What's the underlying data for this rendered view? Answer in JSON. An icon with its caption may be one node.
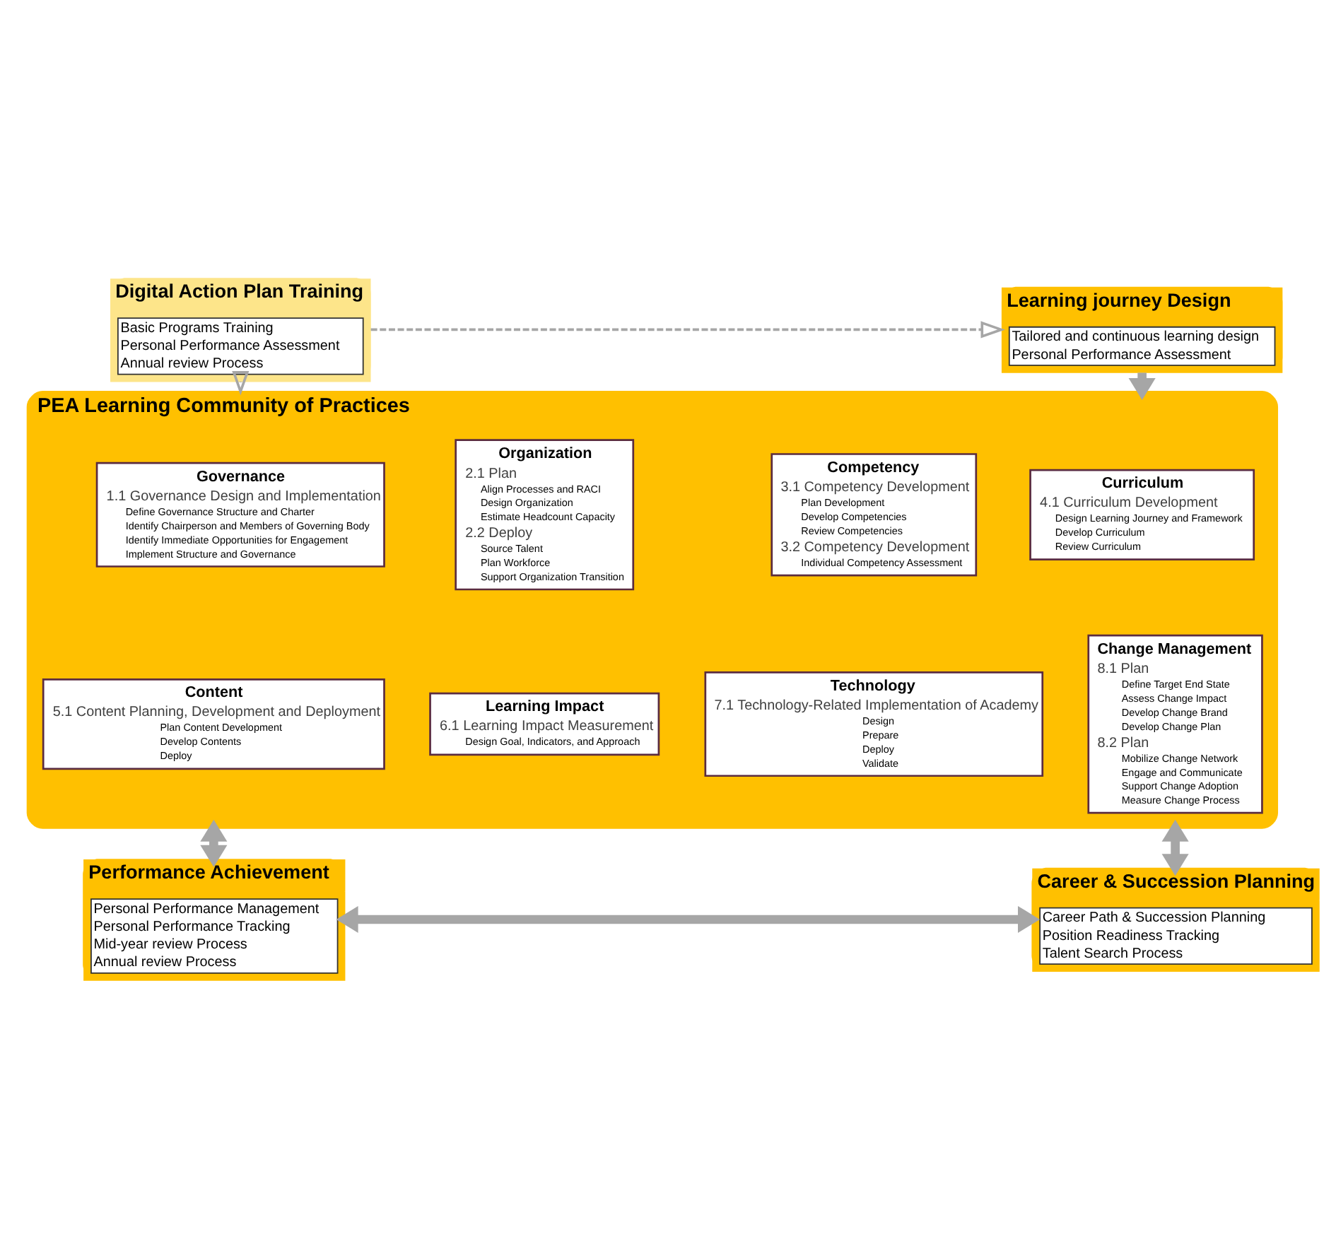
{
  "diagram": {
    "nodes": [
      {
        "text": [
          "Digital Action Plan Training",
          "Basic Programs Training",
          "Personal Performance Assessment",
          "Annual review Process"
        ]
      },
      {
        "text": [
          "Learning journey Design",
          "Tailored and continuous learning design",
          "Personal Performance Assessment"
        ]
      },
      {
        "text": [
          "PEA Learning Community of Practices"
        ]
      },
      {
        "text": [
          "Governance",
          "1.1 Governance Design and Implementation",
          "Define Governance Structure and Charter",
          "Identify Chairperson and Members of Governing Body",
          "Identify Immediate Opportunities for Engagement",
          "Implement Structure and Governance"
        ],
        "in": 2
      },
      {
        "text": [
          "Organization",
          "2.1 Plan",
          "Align Processes and RACI",
          "Design Organization",
          "Estimate Headcount Capacity",
          "2.2 Deploy",
          "Source Talent",
          "Plan Workforce",
          "Support Organization Transition"
        ],
        "in": 2
      },
      {
        "text": [
          "Competency",
          "3.1 Competency Development",
          "Plan Development",
          "Develop Competencies",
          "Review Competencies",
          "3.2 Competency Development",
          "Individual Competency Assessment"
        ],
        "in": 2
      },
      {
        "text": [
          "Curriculum",
          "4.1 Curriculum Development",
          "Design Learning Journey and Framework",
          "Develop Curriculum",
          "Review Curriculum"
        ],
        "in": 2
      },
      {
        "text": [
          "Content",
          "5.1 Content Planning, Development and Deployment",
          "Plan Content Development",
          "Develop Contents",
          "Deploy"
        ],
        "in": 2
      },
      {
        "text": [
          "Learning Impact",
          "6.1 Learning Impact Measurement",
          "Design Goal, Indicators, and Approach"
        ],
        "in": 2
      },
      {
        "text": [
          "Technology",
          "7.1 Technology-Related Implementation of Academy",
          "Design",
          "Prepare",
          "Deploy",
          "Validate"
        ],
        "in": 2
      },
      {
        "text": [
          "Change Management",
          "8.1 Plan",
          "Define Target End State",
          "Assess Change Impact",
          "Develop Change Brand",
          "Develop Change Plan",
          "8.2 Plan",
          "Mobilize Change Network",
          "Engage and Communicate",
          "Support Change Adoption",
          "Measure Change Process"
        ],
        "in": 2
      },
      {
        "text": [
          "Performance Achievement",
          "Personal Performance Management",
          "Personal Performance Tracking",
          "Mid-year review Process",
          "Annual review Process"
        ]
      },
      {
        "text": [
          "Career & Succession Planning",
          "Career Path & Succession Planning",
          "Position Readiness Tracking",
          "Talent Search Process"
        ]
      }
    ],
    "edges": [
      {
        "from": 0,
        "to": 1,
        "arrow": "to",
        "style": "dashed"
      },
      {
        "from": 0,
        "to": 2,
        "arrow": "to",
        "style": "dashed"
      },
      {
        "from": 1,
        "to": 2,
        "arrow": "to"
      },
      {
        "from": 2,
        "to": 11,
        "arrow": "both"
      },
      {
        "from": 2,
        "to": 12,
        "arrow": "both"
      },
      {
        "from": 11,
        "to": 12,
        "arrow": "both"
      }
    ]
  }
}
